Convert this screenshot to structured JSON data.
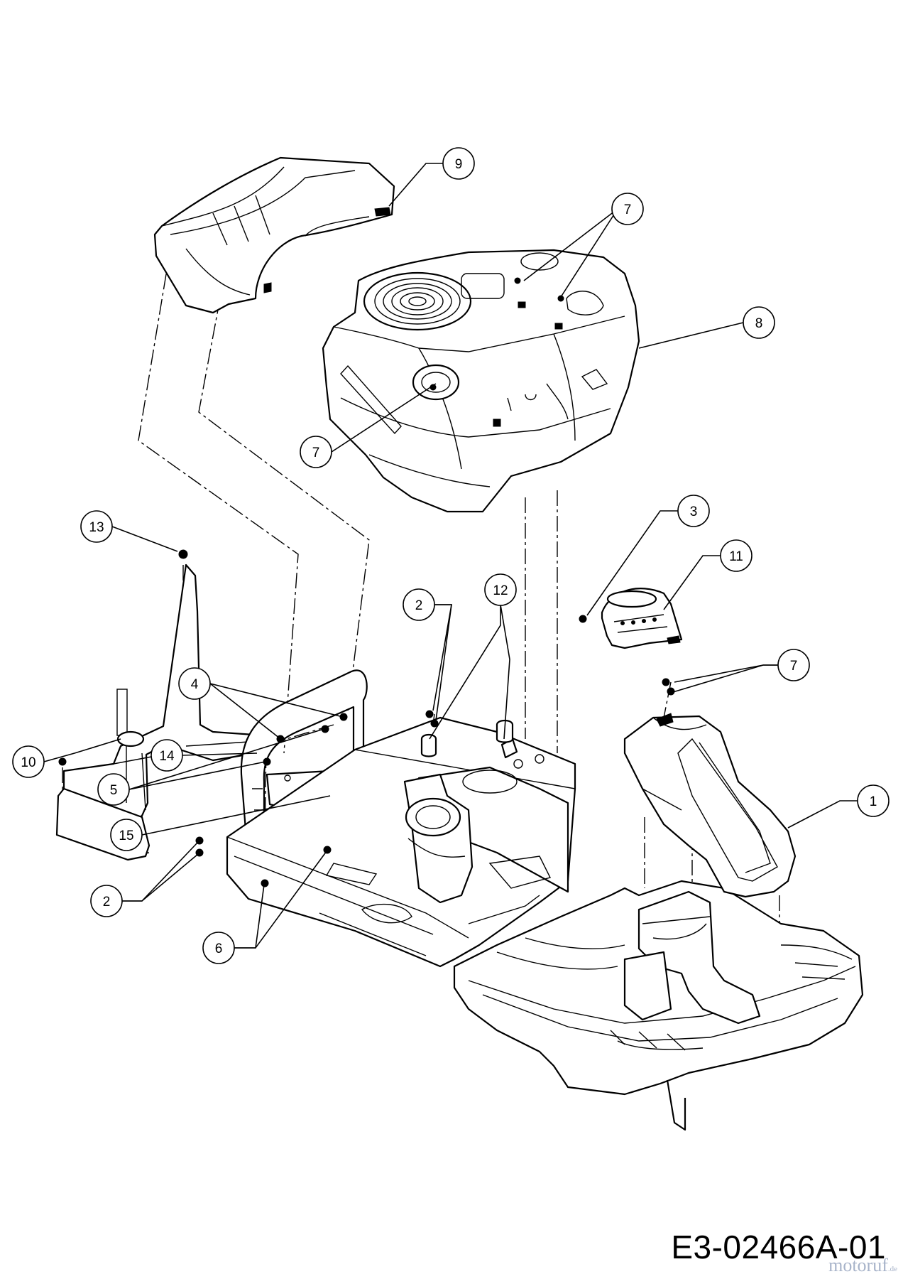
{
  "drawing_code": "E3-02466A-01",
  "watermark": {
    "text": "motoruf",
    "tld": ".de",
    "color": "#8a9ab8"
  },
  "colors": {
    "line": "#000000",
    "background": "#ffffff"
  },
  "callouts": [
    {
      "id": "c9",
      "label": "9"
    },
    {
      "id": "c7a",
      "label": "7"
    },
    {
      "id": "c8",
      "label": "8"
    },
    {
      "id": "c7b",
      "label": "7"
    },
    {
      "id": "c13",
      "label": "13"
    },
    {
      "id": "c3",
      "label": "3"
    },
    {
      "id": "c11",
      "label": "11"
    },
    {
      "id": "c2a",
      "label": "2"
    },
    {
      "id": "c12",
      "label": "12"
    },
    {
      "id": "c7c",
      "label": "7"
    },
    {
      "id": "c4",
      "label": "4"
    },
    {
      "id": "c10",
      "label": "10"
    },
    {
      "id": "c14",
      "label": "14"
    },
    {
      "id": "c5",
      "label": "5"
    },
    {
      "id": "c1",
      "label": "1"
    },
    {
      "id": "c15",
      "label": "15"
    },
    {
      "id": "c2b",
      "label": "2"
    },
    {
      "id": "c6",
      "label": "6"
    }
  ]
}
